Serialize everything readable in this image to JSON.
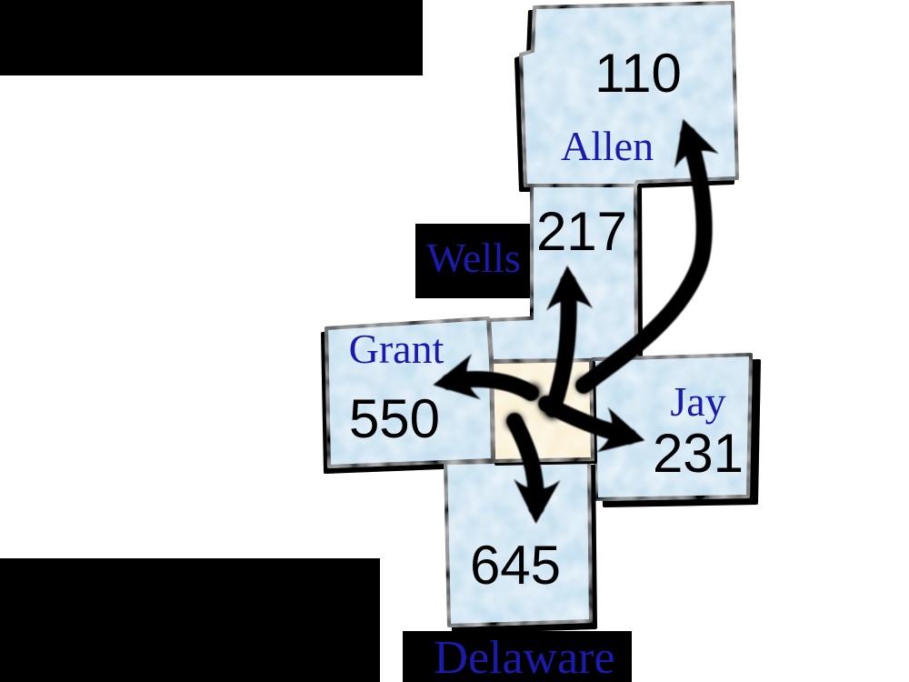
{
  "map": {
    "description": "County flow map with arrows from an unlabeled center county to five neighbors",
    "counties": [
      {
        "id": "allen",
        "name": "Allen",
        "value": "110"
      },
      {
        "id": "wells",
        "name": "Wells",
        "value": "217"
      },
      {
        "id": "grant",
        "name": "Grant",
        "value": "550"
      },
      {
        "id": "jay",
        "name": "Jay",
        "value": "231"
      },
      {
        "id": "delaware",
        "name": "Delaware",
        "value": "645"
      }
    ],
    "center_county": {
      "label": ""
    },
    "colors": {
      "county_fill": "#c7e1f1",
      "center_fill": "#faf0d4",
      "name_color": "#1a1aad",
      "value_color": "#000000",
      "border": "#000000",
      "backdrop": "#000000"
    }
  }
}
